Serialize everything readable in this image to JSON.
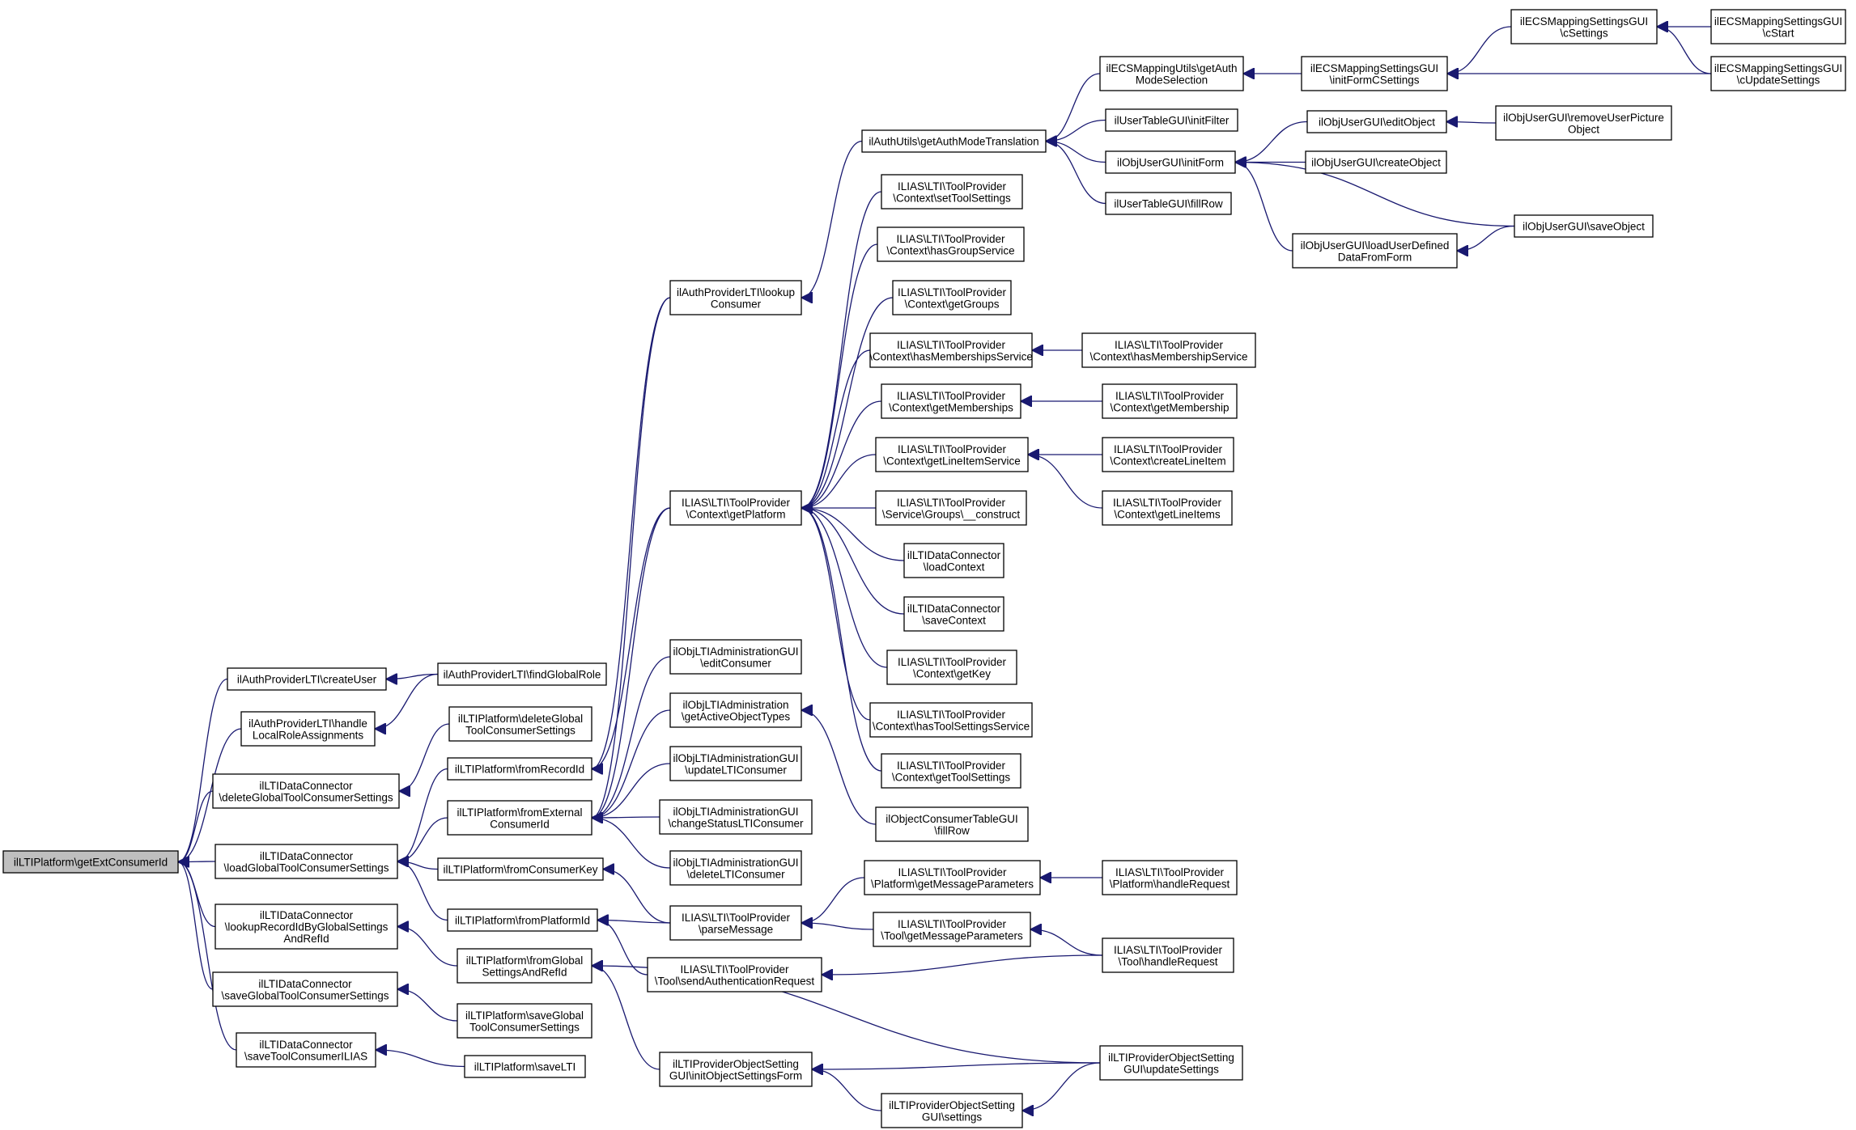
{
  "diagram": {
    "type": "call-graph",
    "colors": {
      "edge": "#191970",
      "root_fill": "#bfbfbf",
      "node_fill": "#ffffff",
      "node_stroke": "#000000"
    },
    "nodes": [
      {
        "id": "n0",
        "lines": [
          "ilLTIPlatform\\getExtConsumerId"
        ],
        "root": true
      },
      {
        "id": "n1",
        "lines": [
          "ilAuthProviderLTI\\createUser"
        ]
      },
      {
        "id": "n2",
        "lines": [
          "ilAuthProviderLTI\\handle",
          "LocalRoleAssignments"
        ]
      },
      {
        "id": "n3",
        "lines": [
          "ilLTIDataConnector",
          "\\deleteGlobalToolConsumerSettings"
        ]
      },
      {
        "id": "n4",
        "lines": [
          "ilLTIDataConnector",
          "\\loadGlobalToolConsumerSettings"
        ]
      },
      {
        "id": "n5",
        "lines": [
          "ilLTIDataConnector",
          "\\lookupRecordIdByGlobalSettings",
          "AndRefId"
        ]
      },
      {
        "id": "n6",
        "lines": [
          "ilLTIDataConnector",
          "\\saveGlobalToolConsumerSettings"
        ]
      },
      {
        "id": "n7",
        "lines": [
          "ilLTIDataConnector",
          "\\saveToolConsumerILIAS"
        ]
      },
      {
        "id": "n8",
        "lines": [
          "ilAuthProviderLTI\\findGlobalRole"
        ]
      },
      {
        "id": "n9",
        "lines": [
          "ilLTIPlatform\\deleteGlobal",
          "ToolConsumerSettings"
        ]
      },
      {
        "id": "n10",
        "lines": [
          "ilLTIPlatform\\fromRecordId"
        ]
      },
      {
        "id": "n11",
        "lines": [
          "ilLTIPlatform\\fromExternal",
          "ConsumerId"
        ]
      },
      {
        "id": "n12",
        "lines": [
          "ilLTIPlatform\\fromConsumerKey"
        ]
      },
      {
        "id": "n13",
        "lines": [
          "ilLTIPlatform\\fromPlatformId"
        ]
      },
      {
        "id": "n14",
        "lines": [
          "ilLTIPlatform\\fromGlobal",
          "SettingsAndRefId"
        ]
      },
      {
        "id": "n15",
        "lines": [
          "ilLTIPlatform\\saveGlobal",
          "ToolConsumerSettings"
        ]
      },
      {
        "id": "n16",
        "lines": [
          "ilLTIPlatform\\saveLTI"
        ]
      },
      {
        "id": "n17",
        "lines": [
          "ilAuthProviderLTI\\lookup",
          "Consumer"
        ]
      },
      {
        "id": "n18",
        "lines": [
          "ILIAS\\LTI\\ToolProvider",
          "\\Context\\getPlatform"
        ]
      },
      {
        "id": "n19",
        "lines": [
          "ilObjLTIAdministrationGUI",
          "\\editConsumer"
        ]
      },
      {
        "id": "n20",
        "lines": [
          "ilObjLTIAdministration",
          "\\getActiveObjectTypes"
        ]
      },
      {
        "id": "n21",
        "lines": [
          "ilObjLTIAdministrationGUI",
          "\\updateLTIConsumer"
        ]
      },
      {
        "id": "n22",
        "lines": [
          "ilObjLTIAdministrationGUI",
          "\\changeStatusLTIConsumer"
        ]
      },
      {
        "id": "n23",
        "lines": [
          "ilObjLTIAdministrationGUI",
          "\\deleteLTIConsumer"
        ]
      },
      {
        "id": "n24",
        "lines": [
          "ILIAS\\LTI\\ToolProvider",
          "\\parseMessage"
        ]
      },
      {
        "id": "n25",
        "lines": [
          "ILIAS\\LTI\\ToolProvider",
          "\\Tool\\sendAuthenticationRequest"
        ]
      },
      {
        "id": "n26",
        "lines": [
          "ilLTIProviderObjectSetting",
          "GUI\\initObjectSettingsForm"
        ]
      },
      {
        "id": "n27",
        "lines": [
          "ilAuthUtils\\getAuthModeTranslation"
        ]
      },
      {
        "id": "n28",
        "lines": [
          "ILIAS\\LTI\\ToolProvider",
          "\\Context\\setToolSettings"
        ]
      },
      {
        "id": "n29",
        "lines": [
          "ILIAS\\LTI\\ToolProvider",
          "\\Context\\hasGroupService"
        ]
      },
      {
        "id": "n30",
        "lines": [
          "ILIAS\\LTI\\ToolProvider",
          "\\Context\\getGroups"
        ]
      },
      {
        "id": "n31",
        "lines": [
          "ILIAS\\LTI\\ToolProvider",
          "\\Context\\hasMembershipsService"
        ]
      },
      {
        "id": "n32",
        "lines": [
          "ILIAS\\LTI\\ToolProvider",
          "\\Context\\getMemberships"
        ]
      },
      {
        "id": "n33",
        "lines": [
          "ILIAS\\LTI\\ToolProvider",
          "\\Context\\getLineItemService"
        ]
      },
      {
        "id": "n34",
        "lines": [
          "ILIAS\\LTI\\ToolProvider",
          "\\Service\\Groups\\__construct"
        ]
      },
      {
        "id": "n35",
        "lines": [
          "ilLTIDataConnector",
          "\\loadContext"
        ]
      },
      {
        "id": "n36",
        "lines": [
          "ilLTIDataConnector",
          "\\saveContext"
        ]
      },
      {
        "id": "n37",
        "lines": [
          "ILIAS\\LTI\\ToolProvider",
          "\\Context\\getKey"
        ]
      },
      {
        "id": "n38",
        "lines": [
          "ILIAS\\LTI\\ToolProvider",
          "\\Context\\hasToolSettingsService"
        ]
      },
      {
        "id": "n39",
        "lines": [
          "ILIAS\\LTI\\ToolProvider",
          "\\Context\\getToolSettings"
        ]
      },
      {
        "id": "n40",
        "lines": [
          "ilObjectConsumerTableGUI",
          "\\fillRow"
        ]
      },
      {
        "id": "n41",
        "lines": [
          "ILIAS\\LTI\\ToolProvider",
          "\\Platform\\getMessageParameters"
        ]
      },
      {
        "id": "n42",
        "lines": [
          "ILIAS\\LTI\\ToolProvider",
          "\\Tool\\getMessageParameters"
        ]
      },
      {
        "id": "n43",
        "lines": [
          "ilLTIProviderObjectSetting",
          "GUI\\settings"
        ]
      },
      {
        "id": "n44",
        "lines": [
          "ilECSMappingUtils\\getAuth",
          "ModeSelection"
        ]
      },
      {
        "id": "n45",
        "lines": [
          "ilUserTableGUI\\initFilter"
        ]
      },
      {
        "id": "n46",
        "lines": [
          "ilObjUserGUI\\initForm"
        ]
      },
      {
        "id": "n47",
        "lines": [
          "ilUserTableGUI\\fillRow"
        ]
      },
      {
        "id": "n48",
        "lines": [
          "ILIAS\\LTI\\ToolProvider",
          "\\Context\\hasMembershipService"
        ]
      },
      {
        "id": "n49",
        "lines": [
          "ILIAS\\LTI\\ToolProvider",
          "\\Context\\getMembership"
        ]
      },
      {
        "id": "n50",
        "lines": [
          "ILIAS\\LTI\\ToolProvider",
          "\\Context\\createLineItem"
        ]
      },
      {
        "id": "n51",
        "lines": [
          "ILIAS\\LTI\\ToolProvider",
          "\\Context\\getLineItems"
        ]
      },
      {
        "id": "n52",
        "lines": [
          "ILIAS\\LTI\\ToolProvider",
          "\\Platform\\handleRequest"
        ]
      },
      {
        "id": "n53",
        "lines": [
          "ILIAS\\LTI\\ToolProvider",
          "\\Tool\\handleRequest"
        ]
      },
      {
        "id": "n54",
        "lines": [
          "ilLTIProviderObjectSetting",
          "GUI\\updateSettings"
        ]
      },
      {
        "id": "n55",
        "lines": [
          "ilECSMappingSettingsGUI",
          "\\initFormCSettings"
        ]
      },
      {
        "id": "n56",
        "lines": [
          "ilObjUserGUI\\editObject"
        ]
      },
      {
        "id": "n57",
        "lines": [
          "ilObjUserGUI\\createObject"
        ]
      },
      {
        "id": "n58",
        "lines": [
          "ilObjUserGUI\\loadUserDefined",
          "DataFromForm"
        ]
      },
      {
        "id": "n59",
        "lines": [
          "ilECSMappingSettingsGUI",
          "\\cSettings"
        ]
      },
      {
        "id": "n60",
        "lines": [
          "ilObjUserGUI\\removeUserPicture",
          "Object"
        ]
      },
      {
        "id": "n61",
        "lines": [
          "ilObjUserGUI\\saveObject"
        ]
      },
      {
        "id": "n62",
        "lines": [
          "ilECSMappingSettingsGUI",
          "\\cStart"
        ]
      },
      {
        "id": "n63",
        "lines": [
          "ilECSMappingSettingsGUI",
          "\\cUpdateSettings"
        ]
      }
    ],
    "edges": [
      [
        "n1",
        "n0"
      ],
      [
        "n2",
        "n0"
      ],
      [
        "n3",
        "n0"
      ],
      [
        "n4",
        "n0"
      ],
      [
        "n5",
        "n0"
      ],
      [
        "n6",
        "n0"
      ],
      [
        "n7",
        "n0"
      ],
      [
        "n8",
        "n1"
      ],
      [
        "n8",
        "n2"
      ],
      [
        "n9",
        "n3"
      ],
      [
        "n10",
        "n4"
      ],
      [
        "n11",
        "n4"
      ],
      [
        "n12",
        "n4"
      ],
      [
        "n13",
        "n4"
      ],
      [
        "n14",
        "n5"
      ],
      [
        "n15",
        "n6"
      ],
      [
        "n16",
        "n7"
      ],
      [
        "n17",
        "n10"
      ],
      [
        "n18",
        "n10"
      ],
      [
        "n19",
        "n11"
      ],
      [
        "n20",
        "n11"
      ],
      [
        "n21",
        "n11"
      ],
      [
        "n22",
        "n11"
      ],
      [
        "n23",
        "n11"
      ],
      [
        "n17",
        "n11"
      ],
      [
        "n18",
        "n11"
      ],
      [
        "n24",
        "n12"
      ],
      [
        "n24",
        "n13"
      ],
      [
        "n25",
        "n13"
      ],
      [
        "n26",
        "n14"
      ],
      [
        "n54",
        "n14"
      ],
      [
        "n27",
        "n17"
      ],
      [
        "n28",
        "n18"
      ],
      [
        "n29",
        "n18"
      ],
      [
        "n30",
        "n18"
      ],
      [
        "n31",
        "n18"
      ],
      [
        "n32",
        "n18"
      ],
      [
        "n33",
        "n18"
      ],
      [
        "n34",
        "n18"
      ],
      [
        "n35",
        "n18"
      ],
      [
        "n36",
        "n18"
      ],
      [
        "n37",
        "n18"
      ],
      [
        "n38",
        "n18"
      ],
      [
        "n39",
        "n18"
      ],
      [
        "n40",
        "n20"
      ],
      [
        "n41",
        "n24"
      ],
      [
        "n42",
        "n24"
      ],
      [
        "n53",
        "n25"
      ],
      [
        "n43",
        "n26"
      ],
      [
        "n54",
        "n26"
      ],
      [
        "n44",
        "n27"
      ],
      [
        "n45",
        "n27"
      ],
      [
        "n46",
        "n27"
      ],
      [
        "n47",
        "n27"
      ],
      [
        "n48",
        "n31"
      ],
      [
        "n49",
        "n32"
      ],
      [
        "n50",
        "n33"
      ],
      [
        "n51",
        "n33"
      ],
      [
        "n52",
        "n41"
      ],
      [
        "n53",
        "n42"
      ],
      [
        "n54",
        "n43"
      ],
      [
        "n55",
        "n44"
      ],
      [
        "n56",
        "n46"
      ],
      [
        "n57",
        "n46"
      ],
      [
        "n58",
        "n46"
      ],
      [
        "n61",
        "n46"
      ],
      [
        "n59",
        "n55"
      ],
      [
        "n63",
        "n55"
      ],
      [
        "n60",
        "n56"
      ],
      [
        "n61",
        "n58"
      ],
      [
        "n62",
        "n59"
      ],
      [
        "n63",
        "n59"
      ]
    ]
  }
}
